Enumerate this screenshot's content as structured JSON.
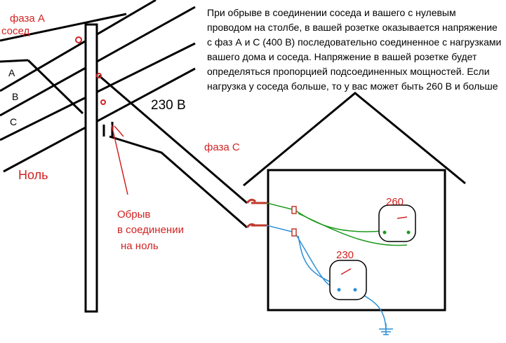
{
  "labels": {
    "phase_a": "фаза А",
    "neighbor": "сосед",
    "wire_a": "A",
    "wire_b": "B",
    "wire_c": "C",
    "neutral": "Ноль",
    "voltage_230": "230 В",
    "phase_c": "фаза С",
    "break_line1": "Обрыв",
    "break_line2": "в соединении",
    "break_line3": "на ноль",
    "outlet_neighbor_value": "260",
    "outlet_own_value": "230"
  },
  "description": "При обрыве в соединении соседа и вашего с нулевым проводом на столбе, в вашей розетке оказывается напряжение с фаз А и С (400 В) последовательно соединенное с нагрузками вашего дома и соседа. Напряжение в вашей розетке будет определяться пропорцией подсоединенных мощностей. Если нагрузка у соседа больше, то у вас может быть 260 В и больше",
  "colors": {
    "annotation": "#d22222",
    "ink": "#000000",
    "neighbor_wire": "#1e9a1e",
    "own_wire": "#2a8fd6",
    "plug": "#c0392b"
  }
}
